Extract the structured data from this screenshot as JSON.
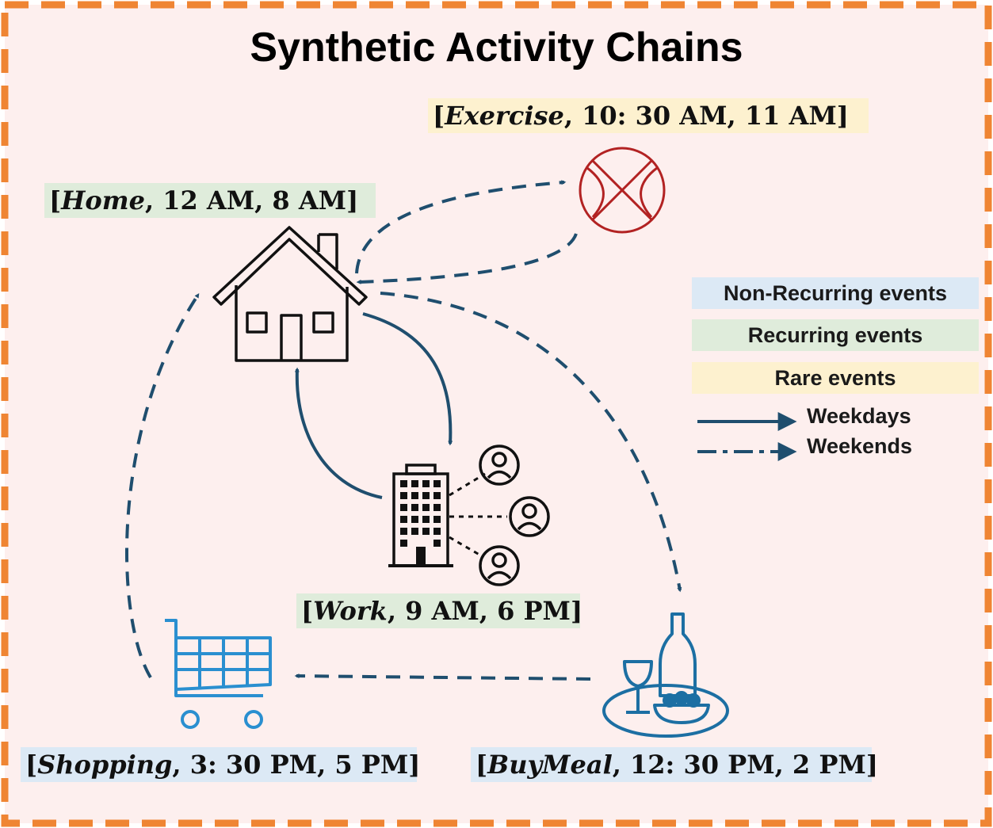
{
  "title": "Synthetic Activity Chains",
  "events": {
    "exercise": {
      "activity": "Exercise",
      "start": "10: 30 AM",
      "end": "11 AM",
      "category": "rare"
    },
    "home": {
      "activity": "Home",
      "start": "12 AM",
      "end": "8 AM",
      "category": "recurring"
    },
    "work": {
      "activity": "Work",
      "start": "9 AM",
      "end": "6 PM",
      "category": "recurring"
    },
    "shopping": {
      "activity": "Shopping",
      "start": "3: 30 PM",
      "end": "5 PM",
      "category": "non_recurring"
    },
    "buymeal": {
      "activity": "BuyMeal",
      "start": "12: 30 PM",
      "end": "2 PM",
      "category": "non_recurring"
    }
  },
  "legend": {
    "non_recurring": "Non-Recurring events",
    "recurring": "Recurring events",
    "rare": "Rare events",
    "weekdays": "Weekdays",
    "weekends": "Weekends"
  },
  "colors": {
    "frame": "#ef8533",
    "background": "#fdefee",
    "arrow": "#1f4e6e",
    "non_recurring": "#dce9f5",
    "recurring": "#dfecdb",
    "rare": "#fdf1cf",
    "ball": "#b22222",
    "cart": "#2a8fd0",
    "meal": "#1c6fa3"
  },
  "icons": [
    "house-icon",
    "basketball-icon",
    "office-building-icon",
    "person-icon",
    "shopping-cart-icon",
    "meal-icon"
  ]
}
